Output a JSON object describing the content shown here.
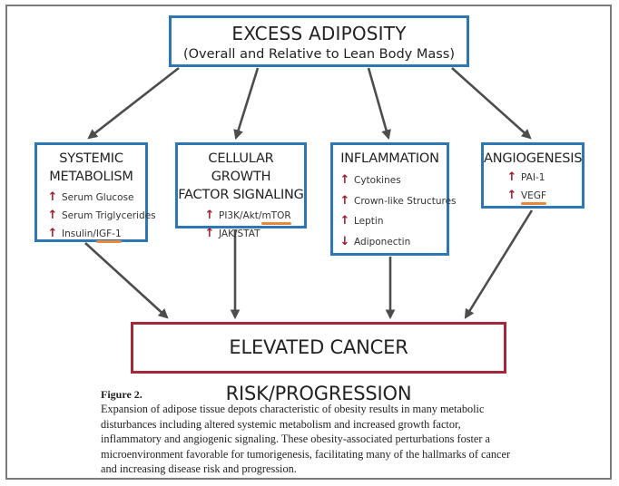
{
  "header": {
    "title": "EXCESS ADIPOSITY",
    "subtitle": "(Overall and Relative to Lean Body Mass)"
  },
  "categories": [
    {
      "title_line1": "SYSTEMIC",
      "title_line2": "METABOLISM",
      "items": [
        {
          "direction": "up",
          "icon": "arrow-up-icon",
          "label": "Serum Glucose",
          "highlighted": ""
        },
        {
          "direction": "up",
          "icon": "arrow-up-icon",
          "label": "Serum Triglycerides",
          "highlighted": ""
        },
        {
          "direction": "up",
          "icon": "arrow-up-icon",
          "label_prefix": "Insulin/",
          "highlighted": "IGF-1"
        }
      ]
    },
    {
      "title_line1": "CELLULAR GROWTH",
      "title_line2": "FACTOR SIGNALING",
      "items": [
        {
          "direction": "up",
          "icon": "arrow-up-icon",
          "label_prefix": "PI3K/Akt/",
          "highlighted": "mTOR"
        },
        {
          "direction": "up",
          "icon": "arrow-up-icon",
          "label": "JAK/STAT",
          "highlighted": ""
        }
      ]
    },
    {
      "title_line1": "INFLAMMATION",
      "items": [
        {
          "direction": "up",
          "icon": "arrow-up-icon",
          "label": "Cytokines"
        },
        {
          "direction": "up",
          "icon": "arrow-up-icon",
          "label": "Crown-like Structures"
        },
        {
          "direction": "up",
          "icon": "arrow-up-icon",
          "label": "Leptin"
        },
        {
          "direction": "down",
          "icon": "arrow-down-icon",
          "label": "Adiponectin"
        }
      ]
    },
    {
      "title_line1": "ANGIOGENESIS",
      "items": [
        {
          "direction": "up",
          "icon": "arrow-up-icon",
          "label": "PAI-1"
        },
        {
          "direction": "up",
          "icon": "arrow-up-icon",
          "label_prefix": "",
          "highlighted": "VEGF"
        }
      ]
    }
  ],
  "outcome": {
    "label": "ELEVATED CANCER RISK/PROGRESSION"
  },
  "caption": {
    "figure_label": "Figure 2.",
    "lines": [
      "Expansion of adipose tissue depots characteristic of obesity results in many metabolic",
      "disturbances including altered systemic metabolism and increased growth factor,",
      "inflammatory and angiogenic signaling. These obesity-associated perturbations foster a",
      "microenvironment favorable for tumorigenesis, facilitating many of the hallmarks of cancer",
      "and increasing disease risk and progression."
    ]
  },
  "colors": {
    "category_border": "#2d78b4",
    "outcome_border": "#a3283a",
    "indicator_arrow": "#a0182b",
    "highlight_underline": "#e8893a",
    "connector": "#4d4d4f"
  },
  "glyphs": {
    "up": "🡅",
    "down": "🡇"
  }
}
